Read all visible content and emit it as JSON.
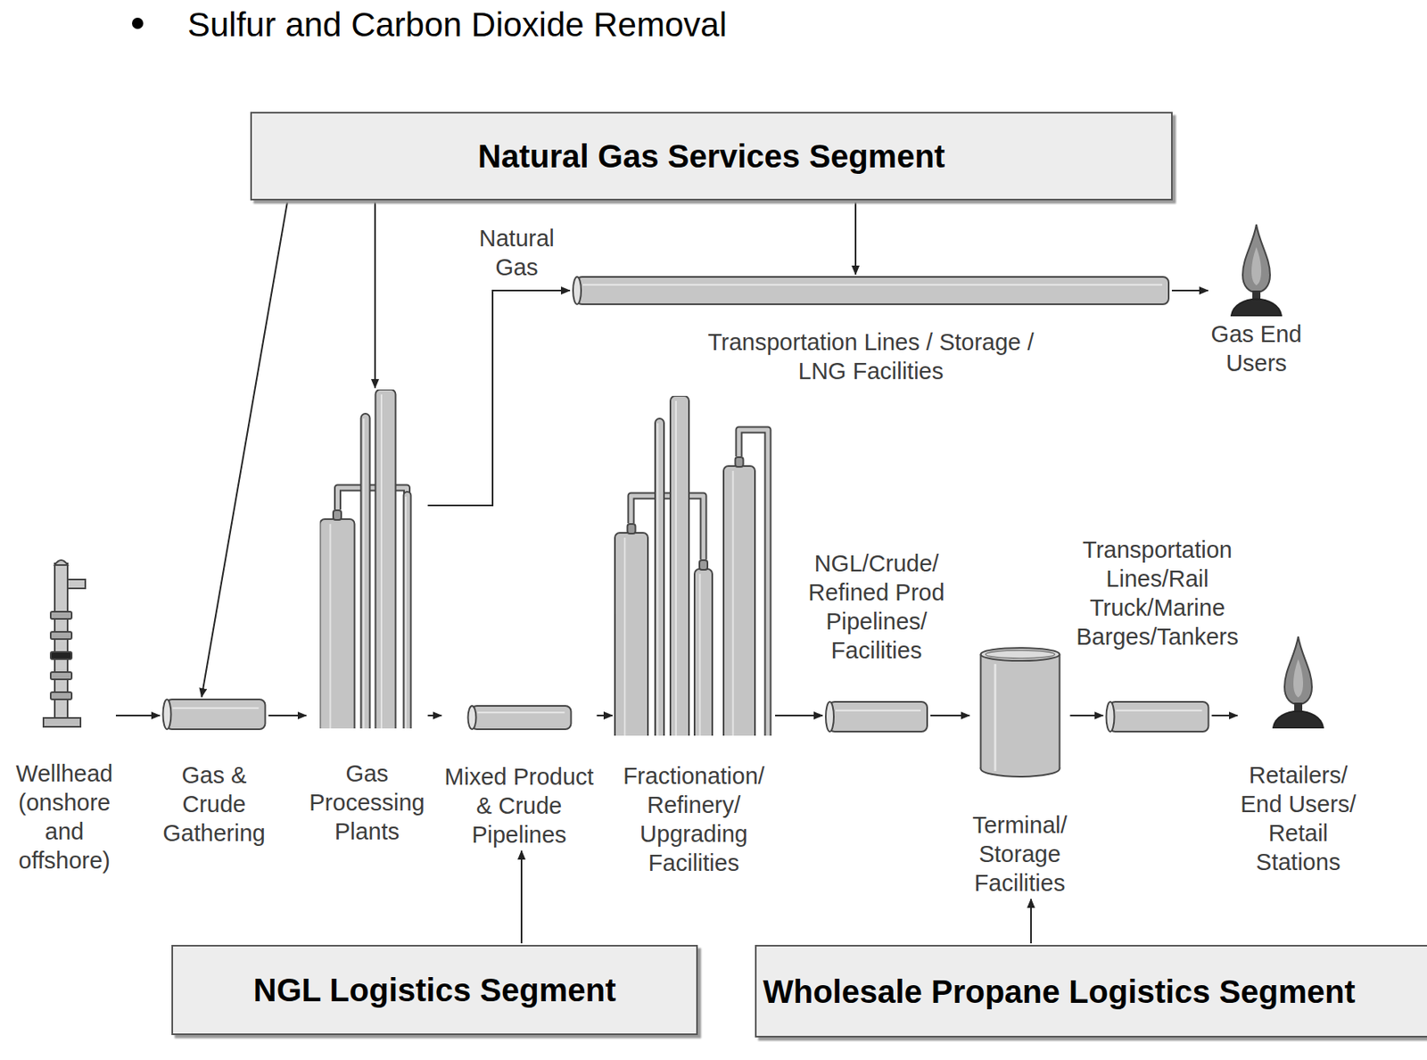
{
  "diagram": {
    "title": "Sulfur and Carbon Dioxide Removal",
    "nodes": [
      {
        "text": [
          "Natural Gas Services Segment"
        ]
      },
      {
        "text": [
          "Transportation Lines / Storage / LNG Facilities"
        ]
      },
      {
        "text": [
          "Gas End Users"
        ]
      },
      {
        "text": [
          "Wellhead (onshore and offshore)"
        ]
      },
      {
        "text": [
          "Gas & Crude Gathering"
        ]
      },
      {
        "text": [
          "Gas Processing Plants"
        ]
      },
      {
        "text": [
          "Mixed Product & Crude Pipelines"
        ]
      },
      {
        "text": [
          "Fractionation/ Refinery/ Upgrading Facilities"
        ]
      },
      {
        "text": [
          "NGL/Crude/ Refined Prod Pipelines/ Facilities"
        ]
      },
      {
        "text": [
          "Terminal/ Storage Facilities"
        ]
      },
      {
        "text": [
          "Transportation Lines/Rail Truck/Marine Barges/Tankers"
        ]
      },
      {
        "text": [
          "Retailers/ End Users/ Retail Stations"
        ]
      },
      {
        "text": [
          "NGL Logistics Segment"
        ]
      },
      {
        "text": [
          "Wholesale Propane Logistics Segment"
        ]
      }
    ],
    "edges": [
      {
        "from": 0,
        "to": 4,
        "arrow": "to"
      },
      {
        "from": 0,
        "to": 5,
        "arrow": "to"
      },
      {
        "from": 0,
        "to": 1,
        "arrow": "to"
      },
      {
        "from": 5,
        "to": 1,
        "label": "Natural Gas",
        "arrow": "to"
      },
      {
        "from": 1,
        "to": 2,
        "arrow": "to"
      },
      {
        "from": 3,
        "to": 4,
        "arrow": "to"
      },
      {
        "from": 4,
        "to": 5,
        "arrow": "to"
      },
      {
        "from": 5,
        "to": 6,
        "arrow": "to"
      },
      {
        "from": 6,
        "to": 7,
        "arrow": "to"
      },
      {
        "from": 7,
        "to": 8,
        "arrow": "to"
      },
      {
        "from": 8,
        "to": 9,
        "arrow": "to"
      },
      {
        "from": 9,
        "to": 10,
        "arrow": "to"
      },
      {
        "from": 10,
        "to": 11,
        "arrow": "to"
      },
      {
        "from": 12,
        "to": 6,
        "arrow": "to"
      },
      {
        "from": 13,
        "to": 9,
        "arrow": "to"
      }
    ]
  }
}
